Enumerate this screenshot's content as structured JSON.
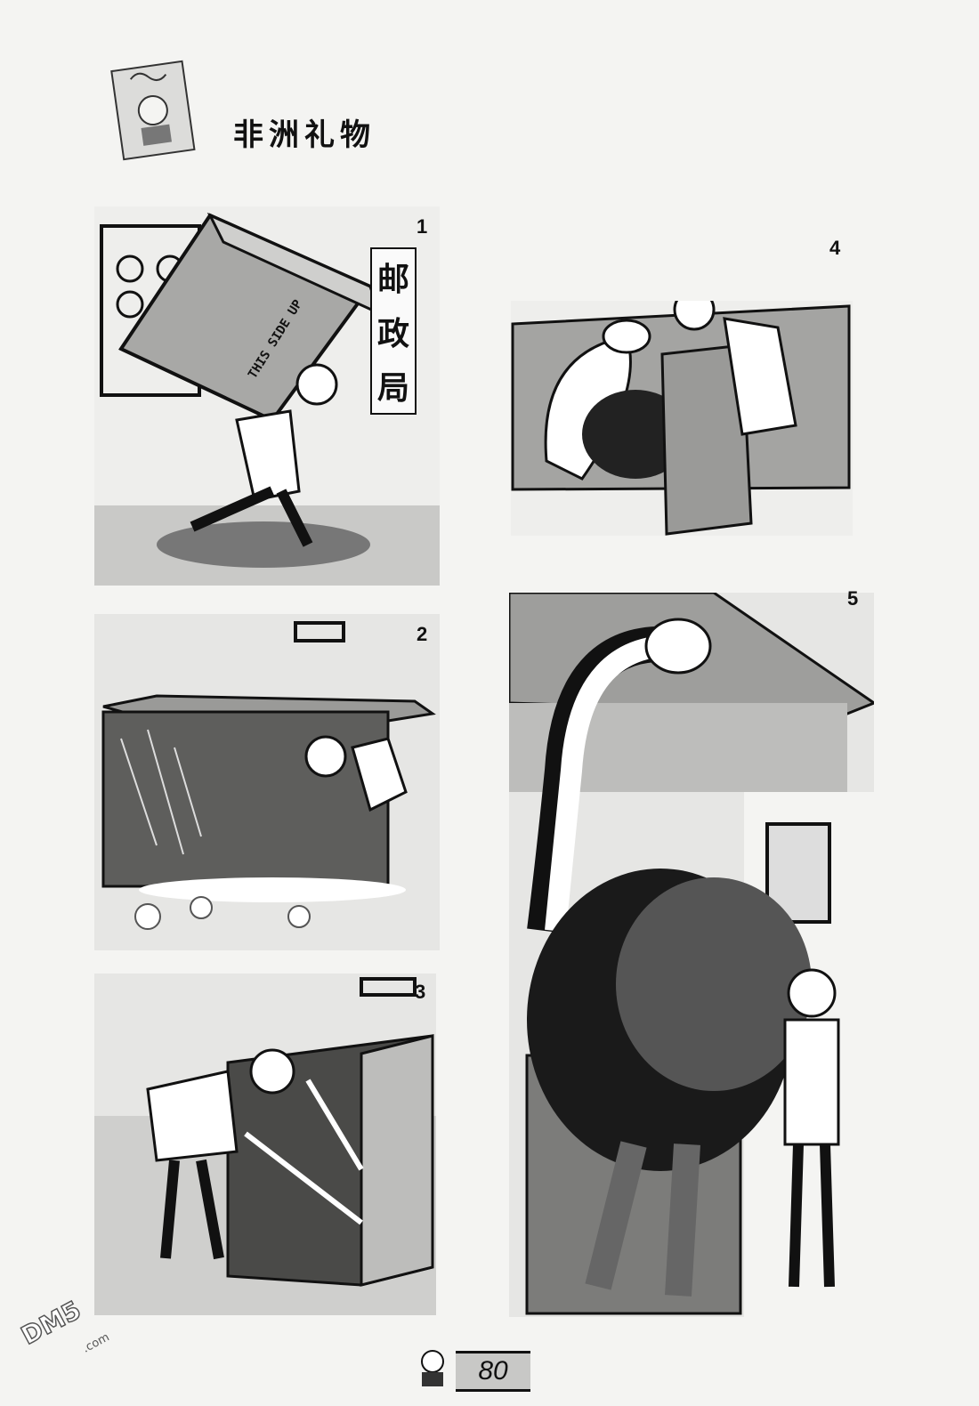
{
  "title": "非洲礼物",
  "panels": [
    {
      "number": "1"
    },
    {
      "number": "2"
    },
    {
      "number": "3"
    },
    {
      "number": "4"
    },
    {
      "number": "5"
    }
  ],
  "post_office_sign": [
    "邮",
    "政",
    "局"
  ],
  "box_text": "THIS SIDE UP",
  "page_number": "80",
  "watermark": "DM5",
  "watermark_domain": ".com",
  "icons": [
    "note-sketch-icon",
    "avatar-icon"
  ]
}
